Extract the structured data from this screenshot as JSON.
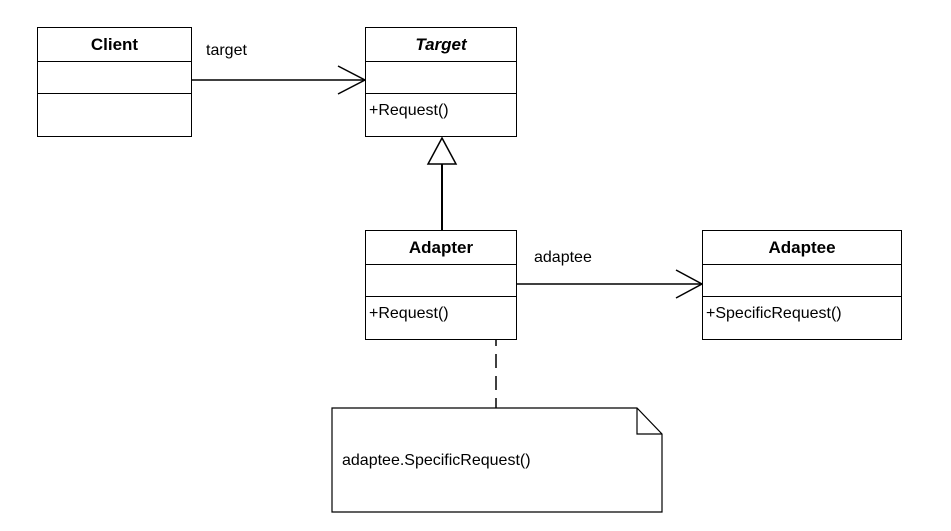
{
  "diagram": {
    "client": {
      "name": "Client"
    },
    "target": {
      "name": "Target",
      "operation": "+Request()"
    },
    "adapter": {
      "name": "Adapter",
      "operation": "+Request()"
    },
    "adaptee": {
      "name": "Adaptee",
      "operation": "+SpecificRequest()"
    },
    "associations": {
      "client_target": "target",
      "adapter_adaptee": "adaptee"
    },
    "note": {
      "text": "adaptee.SpecificRequest()"
    }
  }
}
